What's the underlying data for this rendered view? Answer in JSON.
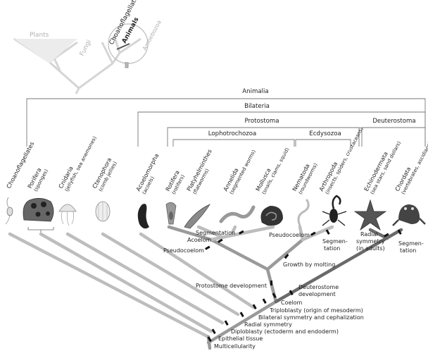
{
  "inset": {
    "plants": "Plants",
    "fungi": "Fungi",
    "choanoflagellates": "Choanoflagellates",
    "animals": "Animals",
    "amoebozoa": "Amoebozoa"
  },
  "clades": {
    "animalia": "Animalia",
    "bilateria": "Bilateria",
    "protostoma": "Protostoma",
    "deuterostoma": "Deuterostoma",
    "lophotrochozoa": "Lophotrochozoa",
    "ecdysozoa": "Ecdysozoa"
  },
  "taxa": [
    {
      "name": "Choanoflagellates",
      "sub": ""
    },
    {
      "name": "Porifera",
      "sub": "(sponges)"
    },
    {
      "name": "Cnidaria",
      "sub": "(jellyfish, sea anemones)"
    },
    {
      "name": "Ctenophora",
      "sub": "(comb jellies)"
    },
    {
      "name": "Acoelomorpha",
      "sub": "(acoels)"
    },
    {
      "name": "Rotifera",
      "sub": "(rotifers)"
    },
    {
      "name": "Platyhelminthes",
      "sub": "(flatworms)"
    },
    {
      "name": "Annelida",
      "sub": "(segmented worms)"
    },
    {
      "name": "Mollusca",
      "sub": "(snails, clams, squid)"
    },
    {
      "name": "Nematoda",
      "sub": "(roundworms)"
    },
    {
      "name": "Arthropoda",
      "sub": "(insects, spiders, crustaceans)"
    },
    {
      "name": "Echinodermata",
      "sub": "(sea stars, sand dollars)"
    },
    {
      "name": "Chordata",
      "sub": "(vertebrates, ascidians)"
    }
  ],
  "traits": {
    "segmentation_a": "Segmentation",
    "acoelom": "Acoelom",
    "pseudocoelom_a": "Pseudocoelom",
    "pseudocoelom_b": "Pseudocoelom",
    "segmentation_b": "Segmen-",
    "segmentation_b2": "tation",
    "radial_symmetry_adults": "Radial",
    "radial_symmetry_adults2": "symmetry",
    "radial_symmetry_adults3": "(in adults)",
    "segmentation_c": "Segmen-",
    "segmentation_c2": "tation",
    "growth_by_molting": "Growth by molting",
    "protostome_development": "Protostome development",
    "deuterostome_development": "Deuterostome",
    "deuterostome_development2": "development",
    "coelom": "Coelom",
    "triploblasty": "Triploblasty (origin of mesoderm)",
    "bilateral_symmetry": "Bilateral symmetry and cephalization",
    "radial_symmetry": "Radial symmetry",
    "diploblasty": "Diploblasty (ectoderm and endoderm)",
    "epithelial_tissue": "Epithelial tissue",
    "multicellularity": "Multicellularity"
  },
  "colors": {
    "branch_light": "#bdbdbd",
    "branch_mid": "#9a9a9a",
    "branch_dark": "#6a6a6a",
    "inset_gray": "#b0b0b0"
  },
  "icons": [
    "choanoflagellate-icon",
    "sponge-icon",
    "jellyfish-icon",
    "comb-jelly-icon",
    "acoel-icon",
    "rotifer-icon",
    "flatworm-icon",
    "annelid-icon",
    "snail-icon",
    "roundworm-icon",
    "scorpion-icon",
    "sea-star-icon",
    "frog-icon"
  ]
}
